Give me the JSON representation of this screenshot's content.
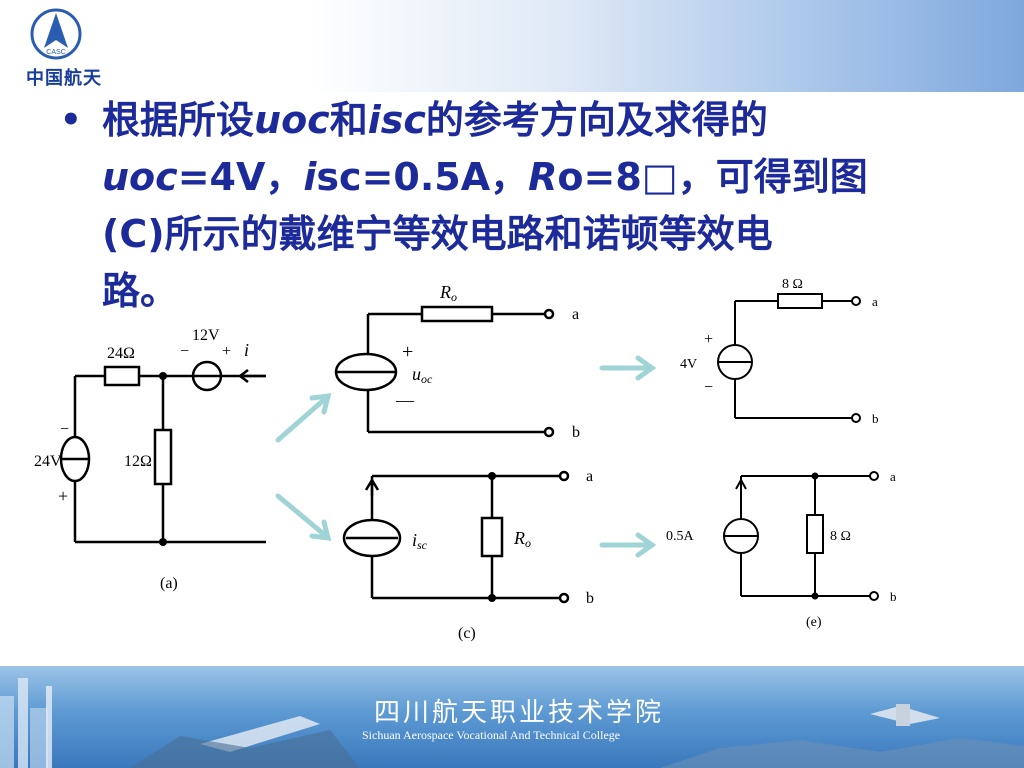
{
  "header": {
    "logo_mark": "CASC",
    "logo_text": "中国航天"
  },
  "content": {
    "bullet": "•",
    "t1": "根据所设",
    "t2": "uoc",
    "t3": "和",
    "t4": "isc",
    "t5": "的参考方向及求得的",
    "t6": "uoc",
    "t7": "=4V，",
    "t8": "i",
    "t9": "sc=0.5A，",
    "t10": "R",
    "t11": "o=8□，可得到图",
    "t12": "(C)所示的戴维宁等效电路和诺顿等效电",
    "t13": "路。"
  },
  "circuit_a": {
    "r_series": "24Ω",
    "r_shunt": "12Ω",
    "src_label": "24V",
    "src_minus": "−",
    "src_plus": "+",
    "cs_label": "12V",
    "cs_minus": "−",
    "cs_plus": "+",
    "current": "i",
    "caption": "(a)"
  },
  "circuit_c": {
    "ro_top": "R",
    "ro_top_sub": "o",
    "uoc": "u",
    "uoc_sub": "oc",
    "plus": "+",
    "minus": "—",
    "term_a": "a",
    "term_b": "b",
    "isc": "i",
    "isc_sub": "sc",
    "ro_bot": "R",
    "ro_bot_sub": "o",
    "term_a2": "a",
    "term_b2": "b",
    "caption": "(c)"
  },
  "circuit_e": {
    "r_top": "8 Ω",
    "src": "4V",
    "plus": "+",
    "minus": "−",
    "term_a": "a",
    "term_b": "b",
    "cs": "0.5A",
    "r_bot": "8 Ω",
    "term_a2": "a",
    "term_b2": "b",
    "caption": "(e)"
  },
  "footer": {
    "title": "四川航天职业技术学院",
    "subtitle": "Sichuan Aerospace Vocational And Technical College"
  },
  "colors": {
    "text": "#1d2a9a",
    "arrow": "#9fd3d6"
  }
}
